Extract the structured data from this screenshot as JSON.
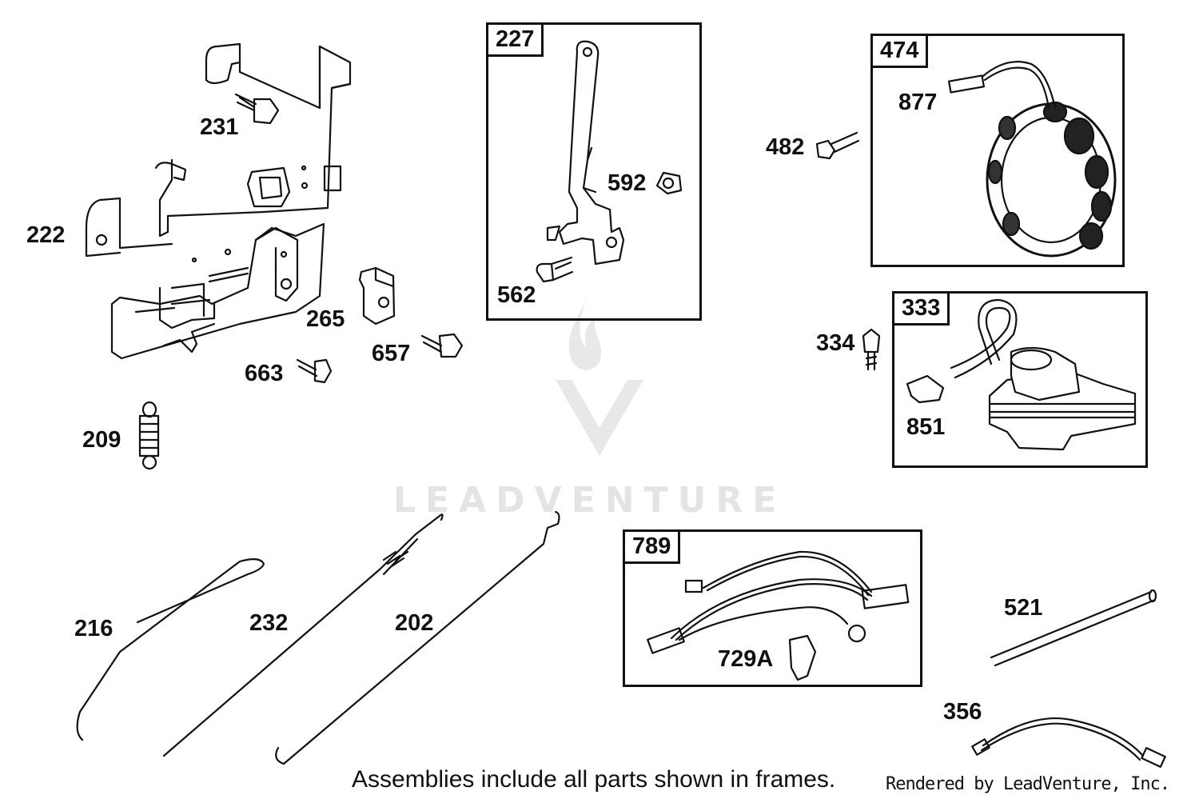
{
  "labels": {
    "p231": "231",
    "p222": "222",
    "p265": "265",
    "p657": "657",
    "p663": "663",
    "p209": "209",
    "p592": "592",
    "p562": "562",
    "p482": "482",
    "p877": "877",
    "p334": "334",
    "p851": "851",
    "p216": "216",
    "p232": "232",
    "p202": "202",
    "p729a": "729A",
    "p521": "521",
    "p356": "356"
  },
  "frames": {
    "f227": "227",
    "f474": "474",
    "f333": "333",
    "f789": "789"
  },
  "footer": {
    "note": "Assemblies include all parts shown in frames.",
    "rendered_by": "Rendered by LeadVenture, Inc."
  },
  "watermark": {
    "text": "LEADVENTURE"
  },
  "colors": {
    "line": "#111111",
    "watermark": "#e4e4e4"
  }
}
